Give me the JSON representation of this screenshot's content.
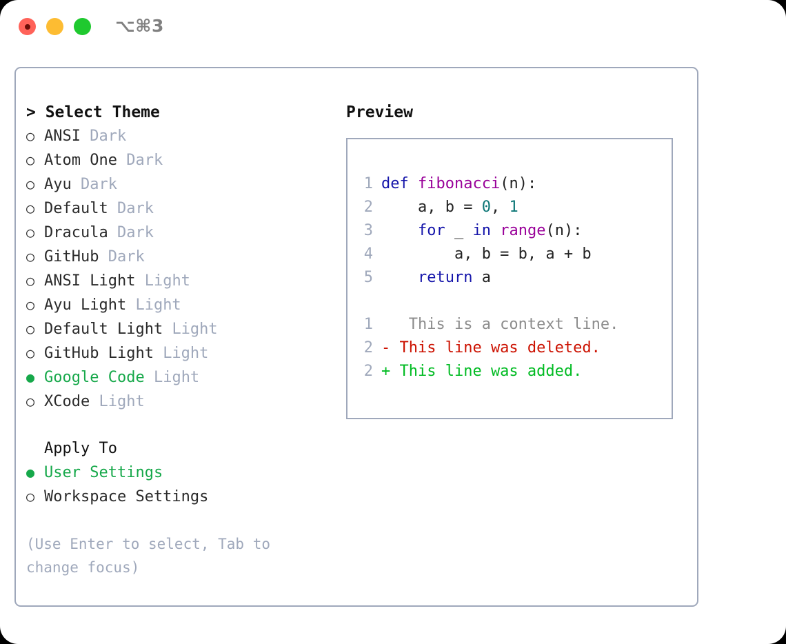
{
  "window": {
    "shortcut": "⌥⌘3",
    "buttons": {
      "close": "close-button",
      "minimize": "minimize-button",
      "maximize": "maximize-button"
    }
  },
  "colors": {
    "accent_green": "#16a84a",
    "muted": "#9fa8bb",
    "border": "#9fa8bb",
    "keyword": "#1515aa",
    "function": "#990099",
    "number": "#0d7777",
    "diff_added": "#00bb22",
    "diff_deleted": "#cc1100",
    "diff_context": "#8c8c8c",
    "close_dot": "#ff6259",
    "minimize_dot": "#fdbc32",
    "maximize_dot": "#1fc92f"
  },
  "theme_picker": {
    "heading": "> Select Theme",
    "marker_unselected": "○",
    "marker_selected": "●",
    "items": [
      {
        "label": "ANSI",
        "tag": "Dark",
        "selected": false
      },
      {
        "label": "Atom One",
        "tag": "Dark",
        "selected": false
      },
      {
        "label": "Ayu",
        "tag": "Dark",
        "selected": false
      },
      {
        "label": "Default",
        "tag": "Dark",
        "selected": false
      },
      {
        "label": "Dracula",
        "tag": "Dark",
        "selected": false
      },
      {
        "label": "GitHub",
        "tag": "Dark",
        "selected": false
      },
      {
        "label": "ANSI Light",
        "tag": "Light",
        "selected": false
      },
      {
        "label": "Ayu Light",
        "tag": "Light",
        "selected": false
      },
      {
        "label": "Default Light",
        "tag": "Light",
        "selected": false
      },
      {
        "label": "GitHub Light",
        "tag": "Light",
        "selected": false
      },
      {
        "label": "Google Code",
        "tag": "Light",
        "selected": true
      },
      {
        "label": "XCode",
        "tag": "Light",
        "selected": false
      }
    ]
  },
  "apply_to": {
    "heading": "Apply To",
    "items": [
      {
        "label": "User Settings",
        "selected": true
      },
      {
        "label": "Workspace Settings",
        "selected": false
      }
    ]
  },
  "hint": "(Use Enter to select, Tab to change focus)",
  "preview": {
    "heading": "Preview",
    "code_lines": [
      {
        "number": "1",
        "tokens": [
          {
            "t": "def ",
            "c": "kw"
          },
          {
            "t": "fibonacci",
            "c": "fn"
          },
          {
            "t": "(n):",
            "c": "pln"
          }
        ]
      },
      {
        "number": "2",
        "tokens": [
          {
            "t": "    a, b = ",
            "c": "pln"
          },
          {
            "t": "0",
            "c": "num"
          },
          {
            "t": ", ",
            "c": "pln"
          },
          {
            "t": "1",
            "c": "num"
          }
        ]
      },
      {
        "number": "3",
        "tokens": [
          {
            "t": "    ",
            "c": "pln"
          },
          {
            "t": "for",
            "c": "kw"
          },
          {
            "t": " _ ",
            "c": "pln"
          },
          {
            "t": "in",
            "c": "kw"
          },
          {
            "t": " ",
            "c": "pln"
          },
          {
            "t": "range",
            "c": "fn"
          },
          {
            "t": "(n):",
            "c": "pln"
          }
        ]
      },
      {
        "number": "4",
        "tokens": [
          {
            "t": "        a, b = b, a + b",
            "c": "pln"
          }
        ]
      },
      {
        "number": "5",
        "tokens": [
          {
            "t": "    ",
            "c": "pln"
          },
          {
            "t": "return",
            "c": "kw"
          },
          {
            "t": " a",
            "c": "pln"
          }
        ]
      }
    ],
    "diff_lines": [
      {
        "number": "1",
        "sign": " ",
        "text": "  This is a context line.",
        "kind": "diff-ctx"
      },
      {
        "number": "2",
        "sign": "-",
        "text": " This line was deleted.",
        "kind": "diff-del"
      },
      {
        "number": "2",
        "sign": "+",
        "text": " This line was added.",
        "kind": "diff-add"
      }
    ]
  }
}
